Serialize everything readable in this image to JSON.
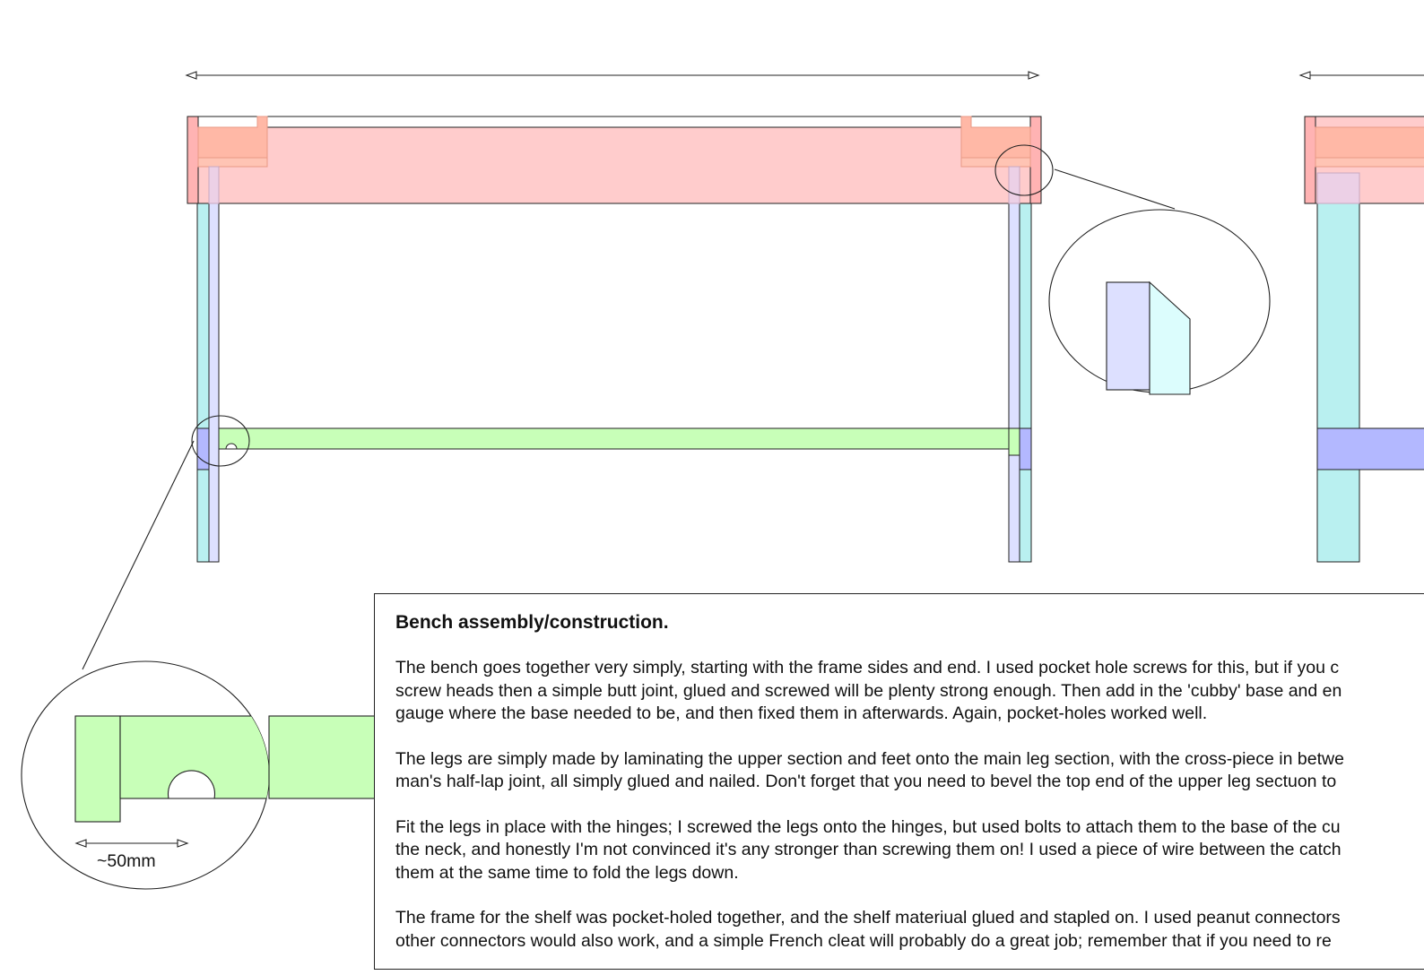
{
  "diagram": {
    "colors": {
      "top_rail": "#ffcccc",
      "top_rail_joint": "#ffb8a6",
      "leg_outer": "#b9f0f0",
      "leg_inner": "#dde0ff",
      "cross_piece": "#c8ffb8",
      "cross_piece_end": "#b3b8ff",
      "detail_leg": "#dde0ff",
      "detail_cut": "#dcfdfd",
      "line": "#222222"
    },
    "detail_label": "~50mm"
  },
  "note": {
    "title": "Bench assembly/construction.",
    "paragraphs": [
      {
        "lines": [
          "The bench goes together very simply, starting with the frame sides and end. I used pocket hole screws for this, but if you c",
          "screw heads then a simple butt joint, glued and screwed will be plenty strong enough. Then add in the 'cubby' base and en",
          "gauge where the base needed to be, and then fixed them in afterwards. Again, pocket-holes worked well."
        ]
      },
      {
        "lines": [
          "The legs are simply made by laminating the upper section and feet onto the main leg section, with the cross-piece in betwe",
          "man's half-lap joint, all simply glued and nailed. Don't forget that you need to bevel the top end of the upper leg sectuon to"
        ]
      },
      {
        "lines": [
          "Fit the legs in place with the hinges; I screwed the legs onto the hinges, but used bolts to attach them to the base of the cu",
          "the neck, and honestly I'm not convinced it's any stronger than screwing them on! I used a piece of wire between the catch",
          "them at the same time to fold the legs down."
        ]
      },
      {
        "lines": [
          "The frame for the shelf was pocket-holed together, and the shelf materiual glued and stapled on. I used peanut connectors",
          "other connectors would also work, and a simple French cleat will probably do a great job; remember that if you need to re"
        ]
      }
    ]
  }
}
